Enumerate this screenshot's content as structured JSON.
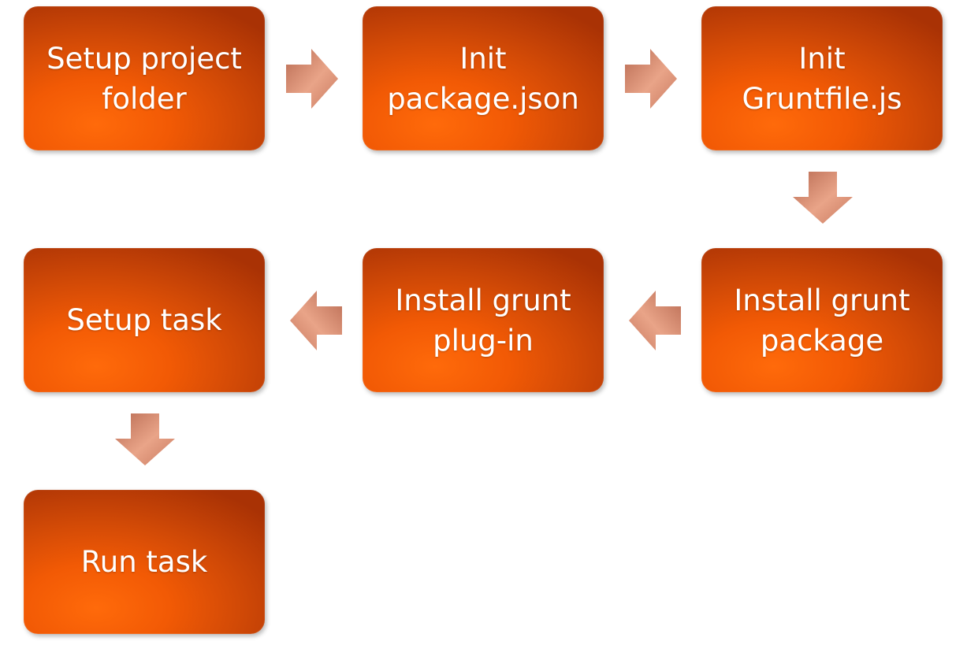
{
  "diagram": {
    "steps": [
      {
        "id": "setup-project-folder",
        "label": "Setup project\nfolder"
      },
      {
        "id": "init-package-json",
        "label": "Init\npackage.json"
      },
      {
        "id": "init-gruntfile",
        "label": "Init\nGruntfile.js"
      },
      {
        "id": "install-grunt-package",
        "label": "Install grunt\npackage"
      },
      {
        "id": "install-grunt-plugin",
        "label": "Install grunt\nplug-in"
      },
      {
        "id": "setup-task",
        "label": "Setup task"
      },
      {
        "id": "run-task",
        "label": "Run task"
      }
    ],
    "colors": {
      "box_light": "#ff6a0a",
      "box_dark": "#a93205",
      "arrow_light": "#e9a488",
      "arrow_dark": "#b86a52",
      "text": "#ffffff"
    }
  }
}
